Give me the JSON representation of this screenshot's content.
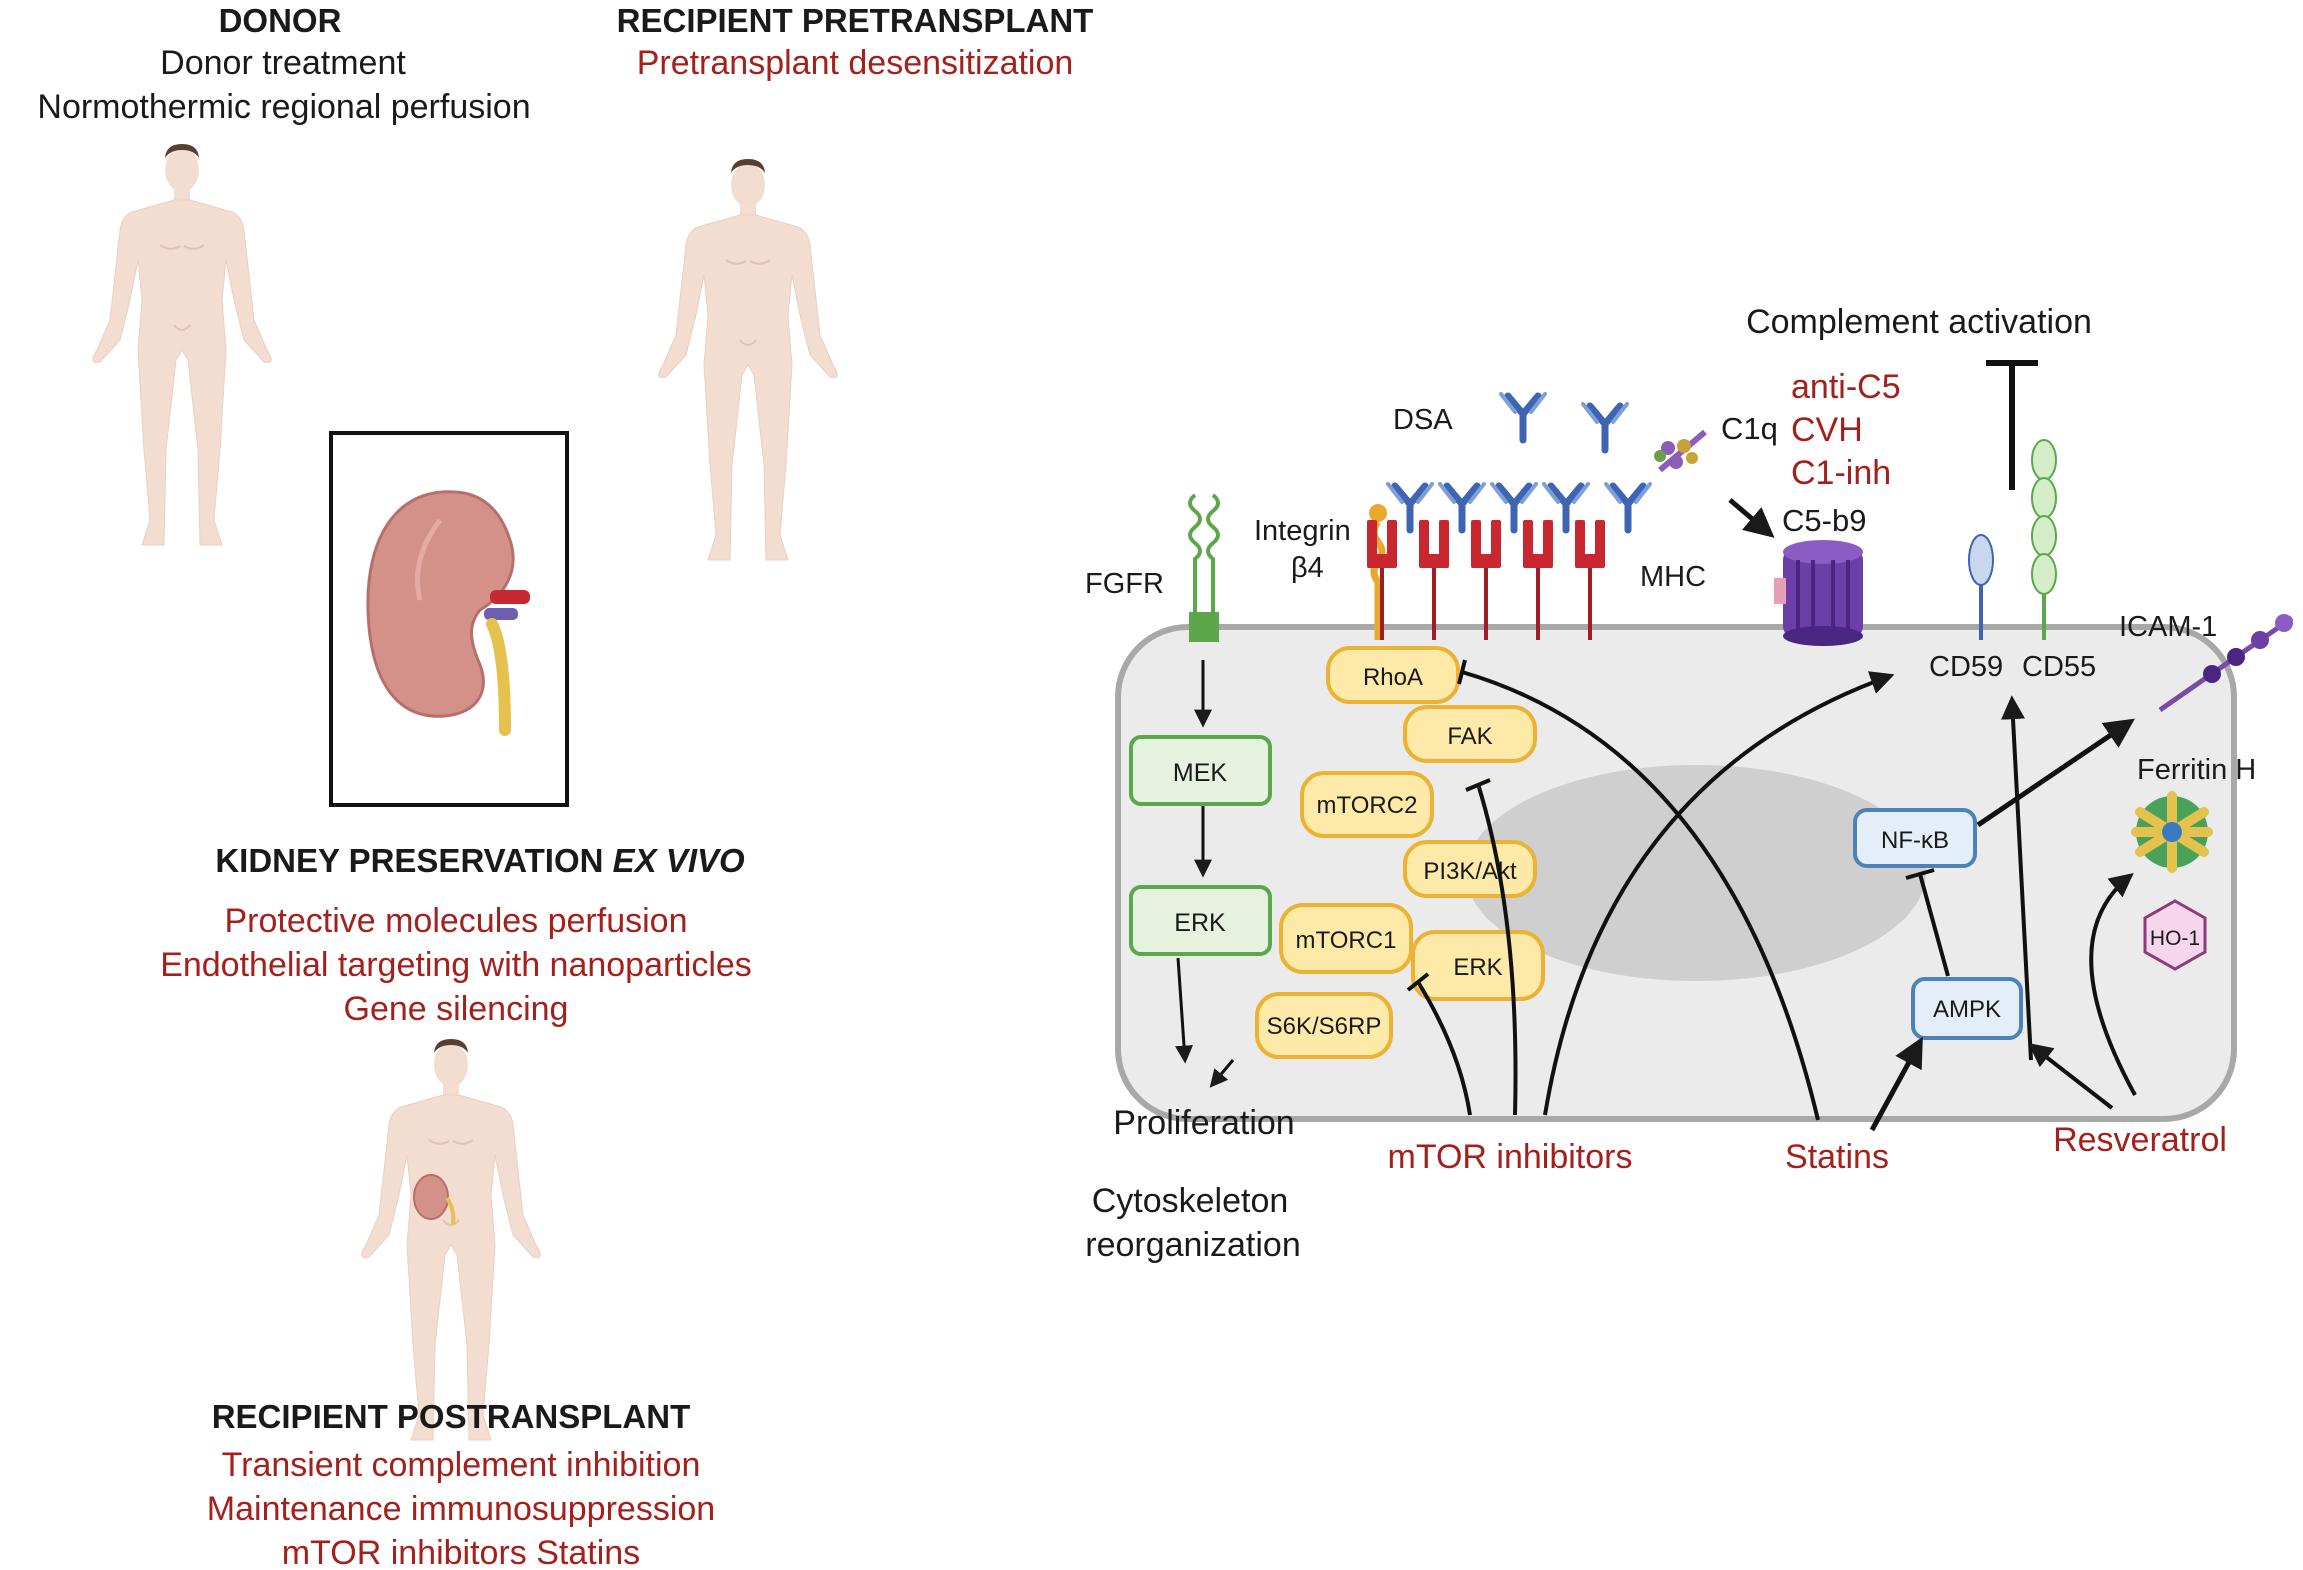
{
  "left": {
    "donor": {
      "title": "DONOR",
      "line1": "Donor treatment",
      "line2": "Normothermic regional perfusion"
    },
    "recipient_pre": {
      "title": "RECIPIENT PRETRANSPLANT",
      "line1": "Pretransplant desensitization"
    },
    "preservation": {
      "title_a": "KIDNEY PRESERVATION ",
      "title_b": "EX VIVO",
      "line1": "Protective molecules perfusion",
      "line2": "Endothelial targeting with nanoparticles",
      "line3": "Gene silencing"
    },
    "recipient_post": {
      "title": "RECIPIENT POSTRANSPLANT",
      "line1": "Transient complement inhibition",
      "line2": "Maintenance immunosuppression",
      "line3": "mTOR inhibitors Statins"
    }
  },
  "cell": {
    "complement_activation": "Complement activation",
    "complement_drugs": [
      "anti-C5",
      "CVH",
      "C1-inh"
    ],
    "dsa": "DSA",
    "c1q": "C1q",
    "c5b9": "C5-b9",
    "integrin_1": "Integrin",
    "integrin_2": "β4",
    "fgfr": "FGFR",
    "mhc": "MHC",
    "cd59": "CD59",
    "cd55": "CD55",
    "icam1": "ICAM-1",
    "ferritin_h": "Ferritin H",
    "ho1": "HO-1",
    "green_nodes": {
      "mek": "MEK",
      "erk": "ERK"
    },
    "yellow_nodes": {
      "rhoa": "RhoA",
      "fak": "FAK",
      "mtorc2": "mTORC2",
      "pi3k": "PI3K/Akt",
      "mtorc1": "mTORC1",
      "erk": "ERK",
      "s6k": "S6K/S6RP"
    },
    "blue_nodes": {
      "nfkb": "NF-κB",
      "ampk": "AMPK"
    },
    "outcome_1": "Proliferation",
    "outcome_2a": "Cytoskeleton",
    "outcome_2b": "reorganization",
    "drugs": {
      "mtor": "mTOR inhibitors",
      "statins": "Statins",
      "resveratrol": "Resveratrol"
    }
  },
  "colors": {
    "dark_text": "#1a1a1a",
    "red_text": "#a3201c",
    "cell_fill": "#ebebeb",
    "cell_stroke": "#a8a8a8",
    "nucleus": "#cfcfcf",
    "green_node": "#e4f2df",
    "green_stroke": "#5da74b",
    "yellow_node": "#fde9a8",
    "yellow_stroke": "#ebb233",
    "blue_node": "#e3eef8",
    "blue_stroke": "#4d82b8",
    "mhc_red": "#c9272f",
    "antibody_blue": "#3f64b3",
    "body_skin": "#f3dcd0"
  }
}
